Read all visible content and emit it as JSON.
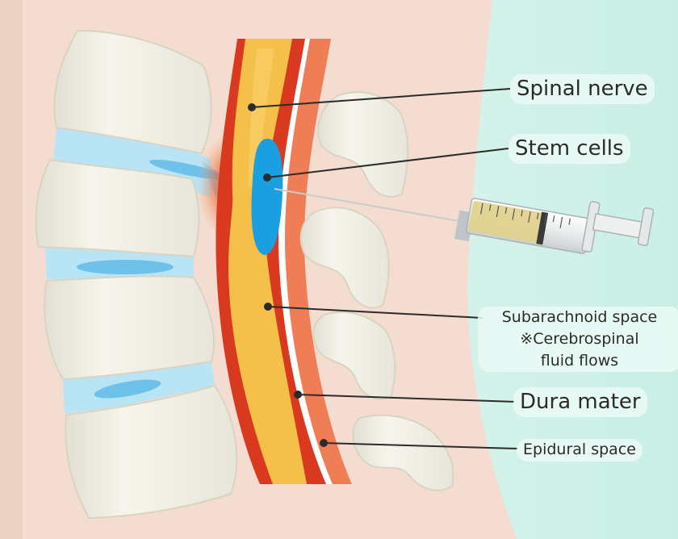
{
  "labels": {
    "spinal_nerve": "Spinal nerve",
    "stem_cells": "Stem cells",
    "subarachnoid_space": "Subarachnoid space",
    "csf_note_1": "※Cerebrospinal",
    "csf_note_2": "fluid flows",
    "dura_mater": "Dura mater",
    "epidural_space": "Epidural space"
  },
  "colors": {
    "background_mint": "#d6f3ec",
    "back_tissue": "#f4ddd0",
    "bone": "#f1efe4",
    "bone_outline": "#d6d2c0",
    "disc_blue": "#b6e3f6",
    "nerve_yellow": "#f5c04a",
    "nerve_red": "#d93a1f",
    "epidural_orange": "#ee7d55",
    "stem_cell_blue": "#1aa0e0",
    "syringe_liquid": "#dfd08a"
  }
}
